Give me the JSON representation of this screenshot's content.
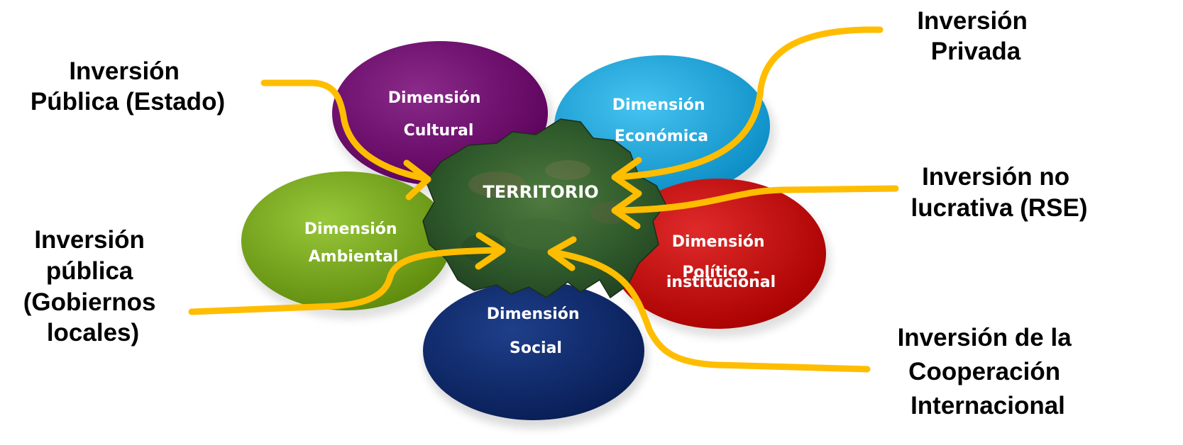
{
  "center": {
    "label": "TERRITORIO"
  },
  "dimensions": {
    "cultural": {
      "lines": [
        "Dimensión",
        "Cultural"
      ],
      "color": "#6a0a6a"
    },
    "economica": {
      "lines": [
        "Dimensión",
        "Económica"
      ],
      "color": "#1ba3d9"
    },
    "ambiental": {
      "lines": [
        "Dimensión",
        "Ambiental"
      ],
      "color": "#7aa81a"
    },
    "politica": {
      "lines": [
        "Dimensión",
        "Político -",
        "institucional"
      ],
      "color": "#c20f0f"
    },
    "social": {
      "lines": [
        "Dimensión",
        "Social"
      ],
      "color": "#0f2a6b"
    }
  },
  "sources": {
    "publica_estado": {
      "lines": [
        "Inversión",
        "Pública (Estado)"
      ]
    },
    "privada": {
      "lines": [
        "Inversión",
        "Privada"
      ]
    },
    "no_lucrativa": {
      "lines": [
        "Inversión no",
        "lucrativa (RSE)"
      ]
    },
    "publica_locales": {
      "lines": [
        "Inversión",
        "pública",
        "(Gobiernos",
        "locales)"
      ]
    },
    "cooperacion": {
      "lines": [
        "Inversión de la",
        "Cooperación",
        "Internacional"
      ]
    }
  },
  "colors": {
    "arrow": "#ffbd00",
    "territory": "#2f5a2b"
  }
}
